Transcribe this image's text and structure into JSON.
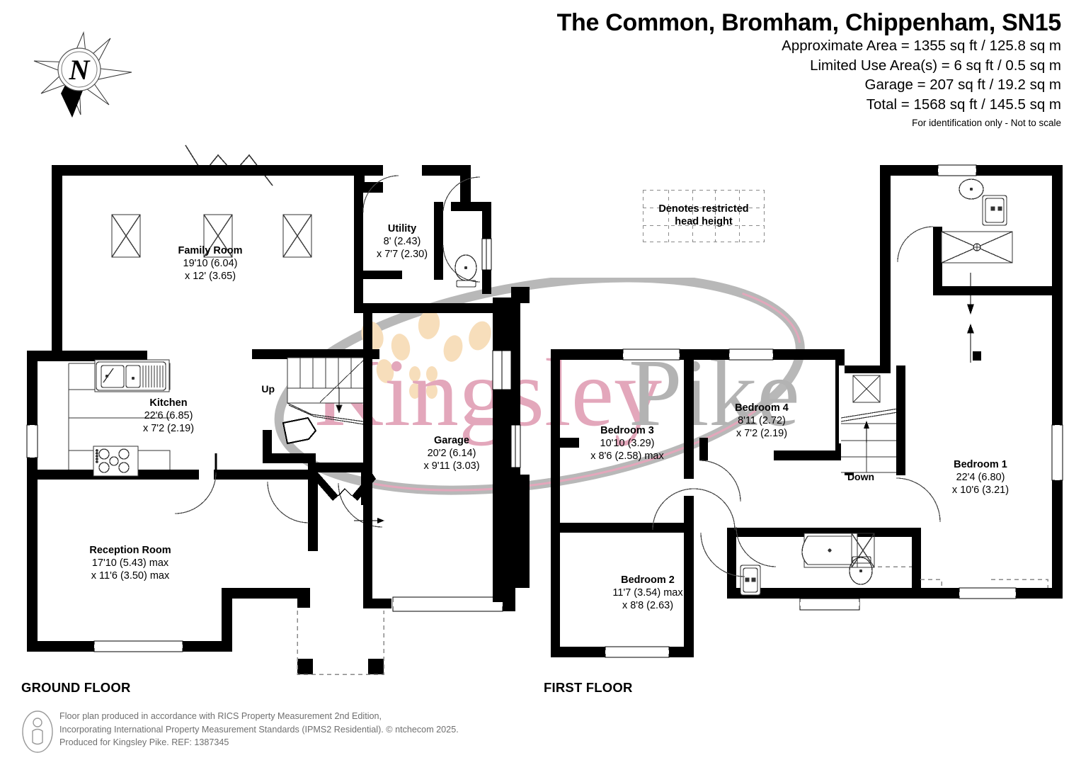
{
  "header": {
    "title": "The Common, Bromham, Chippenham, SN15",
    "areas": [
      "Approximate Area = 1355 sq ft / 125.8 sq m",
      "Limited Use Area(s) = 6 sq ft / 0.5 sq m",
      "Garage = 207 sq ft / 19.2 sq m",
      "Total = 1568 sq ft / 145.5 sq m"
    ],
    "disclaimer": "For identification only - Not to scale"
  },
  "compass": {
    "label": "N"
  },
  "legend": {
    "line1": "Denotes restricted",
    "line2": "head height"
  },
  "floors": [
    {
      "id": "ground",
      "caption": "GROUND FLOOR"
    },
    {
      "id": "first",
      "caption": "FIRST FLOOR"
    }
  ],
  "rooms": {
    "family_room": {
      "name": "Family Room",
      "dim1": "19'10 (6.04)",
      "dim2": "x 12' (3.65)"
    },
    "kitchen": {
      "name": "Kitchen",
      "dim1": "22'6 (6.85)",
      "dim2": "x 7'2 (2.19)"
    },
    "utility": {
      "name": "Utility",
      "dim1": "8' (2.43)",
      "dim2": "x 7'7 (2.30)"
    },
    "garage": {
      "name": "Garage",
      "dim1": "20'2 (6.14)",
      "dim2": "x 9'11 (3.03)"
    },
    "reception_room": {
      "name": "Reception Room",
      "dim1": "17'10 (5.43) max",
      "dim2": "x 11'6 (3.50) max"
    },
    "bedroom_1": {
      "name": "Bedroom 1",
      "dim1": "22'4 (6.80)",
      "dim2": "x 10'6 (3.21)"
    },
    "bedroom_2": {
      "name": "Bedroom 2",
      "dim1": "11'7 (3.54) max",
      "dim2": "x 8'8 (2.63)"
    },
    "bedroom_3": {
      "name": "Bedroom 3",
      "dim1": "10'10 (3.29)",
      "dim2": "x 8'6 (2.58) max"
    },
    "bedroom_4": {
      "name": "Bedroom 4",
      "dim1": "8'11 (2.72)",
      "dim2": "x 7'2 (2.19)"
    }
  },
  "stairs": {
    "up_label": "Up",
    "down_label": "Down"
  },
  "watermark": {
    "text_primary": "Kingsley",
    "text_secondary": "Pike",
    "color_primary": "#e3a7bb",
    "color_secondary": "#b3b3b3",
    "leaf_color": "#f7debb"
  },
  "footer": {
    "line1": "Floor plan produced in accordance with RICS Property Measurement 2nd Edition,",
    "line2": "Incorporating International Property Measurement Standards (IPMS2 Residential).   © ntchecom 2025.",
    "line3": "Produced for Kingsley Pike.   REF: 1387345"
  },
  "colors": {
    "wall": "#000000",
    "paper": "#ffffff",
    "thin": "#1a1a1a",
    "dash": "#8a8a8a"
  }
}
